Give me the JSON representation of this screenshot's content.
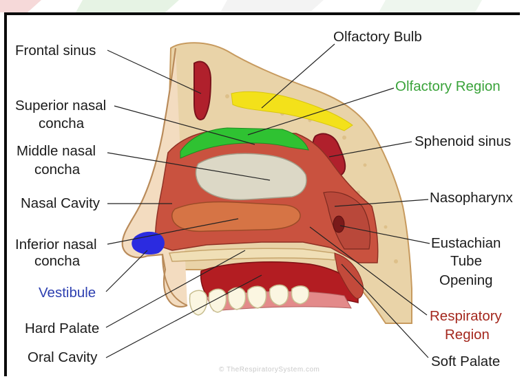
{
  "labels": {
    "frontal_sinus": "Frontal sinus",
    "olfactory_bulb": "Olfactory Bulb",
    "olfactory_region": "Olfactory Region",
    "superior_concha_1": "Superior nasal",
    "superior_concha_2": "concha",
    "middle_concha_1": "Middle nasal",
    "middle_concha_2": "concha",
    "sphenoid_sinus": "Sphenoid sinus",
    "nasal_cavity": "Nasal Cavity",
    "nasopharynx": "Nasopharynx",
    "inferior_concha_1": "Inferior nasal",
    "inferior_concha_2": "concha",
    "eustachian_1": "Eustachian",
    "eustachian_2": "Tube",
    "eustachian_3": "Opening",
    "vestibule": "Vestibule",
    "respiratory_1": "Respiratory",
    "respiratory_2": "Region",
    "hard_palate": "Hard Palate",
    "oral_cavity": "Oral Cavity",
    "soft_palate": "Soft Palate"
  },
  "watermark": "© TheRespiratorySystem.com",
  "colors": {
    "olfactory_region": "#3aa33a",
    "vestibule": "#2d3fb0",
    "respiratory_region": "#a4281e",
    "olfactory_bulb_fill": "#f3e11a",
    "olfactory_region_fill": "#2fc232",
    "vestibule_fill": "#2b2be0"
  }
}
